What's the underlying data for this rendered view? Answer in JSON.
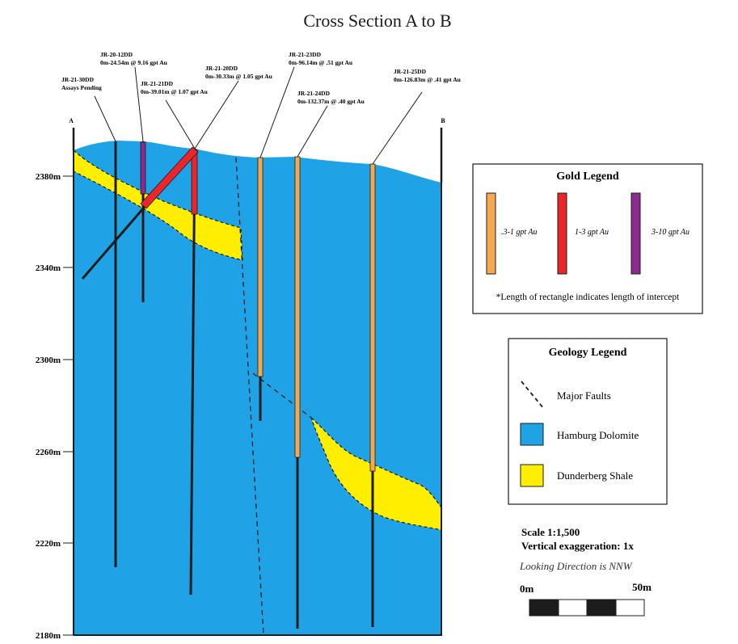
{
  "title": "Cross Section A to B",
  "endpoints": {
    "a": "A",
    "b": "B"
  },
  "elevation_ticks": [
    "2380m",
    "2340m",
    "2300m",
    "2260m",
    "2220m",
    "2180m"
  ],
  "drillholes": [
    {
      "name": "JR-21-30DD",
      "detail": "Assays Pending"
    },
    {
      "name": "JR-20-12DD",
      "detail": "0m-24.54m @ 9.16 gpt Au"
    },
    {
      "name": "JR-21-21DD",
      "detail": "0m-39.01m @ 1.07 gpt Au"
    },
    {
      "name": "JR-21-20DD",
      "detail": "0m-30.33m @ 1.05 gpt Au"
    },
    {
      "name": "JR-21-23DD",
      "detail": "0m-96.14m @ .51 gpt Au"
    },
    {
      "name": "JR-21-24DD",
      "detail": "0m-132.37m @ .40 gpt Au"
    },
    {
      "name": "JR-21-25DD",
      "detail": "0m-126.83m @ .41 gpt Au"
    }
  ],
  "gold_legend": {
    "title": "Gold Legend",
    "items": [
      {
        "label": ".3-1 gpt Au",
        "color": "#f5a94e"
      },
      {
        "label": "1-3 gpt Au",
        "color": "#e8262b"
      },
      {
        "label": "3-10 gpt Au",
        "color": "#8b2b8e"
      }
    ],
    "note": "*Length of rectangle indicates length of intercept"
  },
  "geology_legend": {
    "title": "Geology Legend",
    "items": [
      {
        "label": "Major Faults",
        "kind": "fault"
      },
      {
        "label": "Hamburg Dolomite",
        "color": "#1fa3e6"
      },
      {
        "label": "Dunderberg Shale",
        "color": "#ffee00"
      }
    ]
  },
  "scale": {
    "ratio": "Scale 1:1,500",
    "exaggeration": "Vertical exaggeration: 1x",
    "looking": "Looking Direction is NNW",
    "start": "0m",
    "end": "50m"
  },
  "colors": {
    "dolomite": "#1fa3e6",
    "shale": "#ffee00",
    "hole": "#1c1c1c"
  }
}
